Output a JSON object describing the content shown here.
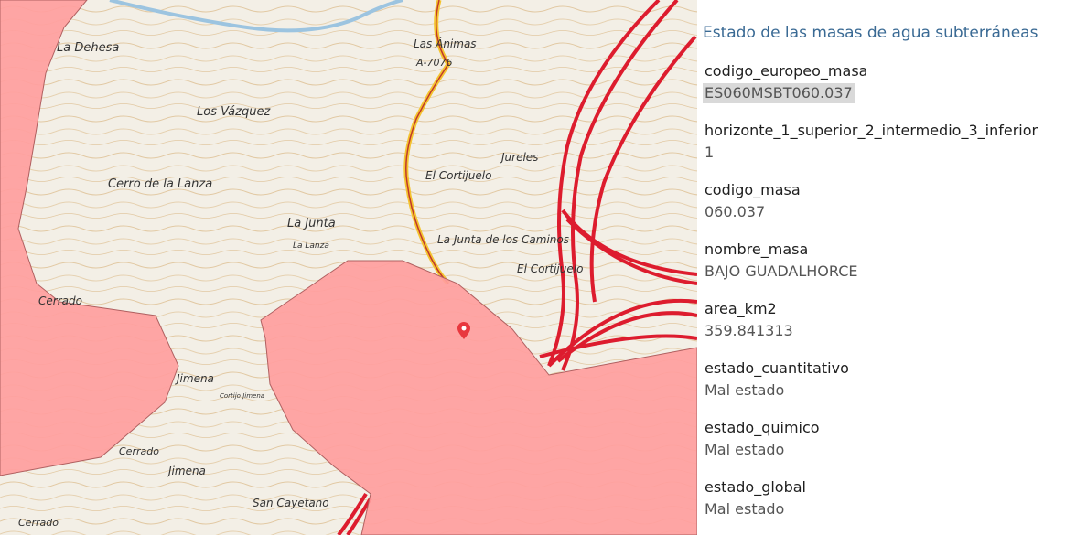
{
  "map": {
    "background_color": "#f3efe6",
    "overlay_color": "#ff9e9e",
    "road_color": "#dd1c2e",
    "marker_color": "#e8383e",
    "marker_icon": "map-pin-icon",
    "places": [
      "La Dehesa",
      "Las Ánimas",
      "A-7076",
      "Los Vázquez",
      "Jureles",
      "El Cortijuelo",
      "Cerro de la Lanza",
      "La Junta",
      "La Junta de los Caminos",
      "La Lanza",
      "El Cortijuelo",
      "Cerrado",
      "Jimena",
      "Cortijo Jimena",
      "Cerrado",
      "Jimena",
      "San Cayetano",
      "Cerrado"
    ]
  },
  "panel": {
    "title": "Estado de las masas de agua subterráneas",
    "fields": [
      {
        "key": "codigo_europeo_masa",
        "value": "ES060MSBT060.037",
        "highlighted": true
      },
      {
        "key": "horizonte_1_superior_2_intermedio_3_inferior",
        "value": "1"
      },
      {
        "key": "codigo_masa",
        "value": "060.037"
      },
      {
        "key": "nombre_masa",
        "value": "BAJO GUADALHORCE"
      },
      {
        "key": "area_km2",
        "value": "359.841313"
      },
      {
        "key": "estado_cuantitativo",
        "value": "Mal estado"
      },
      {
        "key": "estado_quimico",
        "value": "Mal estado"
      },
      {
        "key": "estado_global",
        "value": "Mal estado"
      }
    ]
  }
}
